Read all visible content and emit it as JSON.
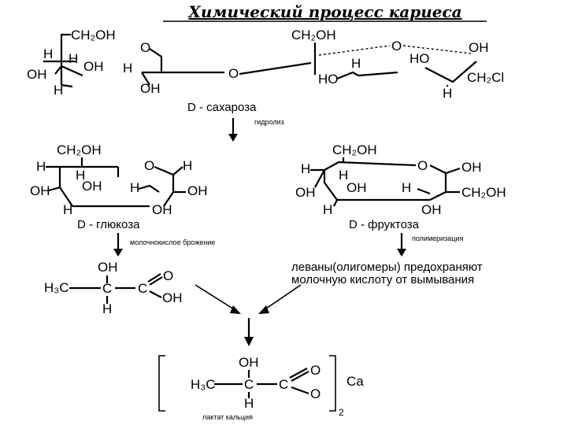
{
  "title": "Химический процесс кариеса",
  "sucrose": {
    "glc_ch2oh": "CH₂OH",
    "glc_h1": "H",
    "glc_h2": "H",
    "glc_oh1": "OH",
    "glc_oh2": "OH",
    "glc_h3": "H",
    "ring_o1": "O",
    "h_mid": "H",
    "oh_mid": "OH",
    "bridge_o": "O",
    "fru_ch2oh": "CH₂OH",
    "fru_o": "O",
    "fru_h": "H",
    "fru_ho": "HO",
    "fru_ho2": "HO",
    "fru_oh": "OH",
    "fru_ch2cl": "CH₂Cl",
    "fru_h2": "H",
    "label": "D - сахароза"
  },
  "step_hydrolysis": "гидролиз",
  "glucose": {
    "ch2oh": "CH₂OH",
    "h1": "H",
    "h2": "H",
    "o_ring": "O",
    "h_r": "H",
    "oh_l": "OH",
    "oh_c": "OH",
    "h_c": "H",
    "oh_r": "OH",
    "h_b": "H",
    "oh_b": "OH",
    "label": "D - глюкоза"
  },
  "fructose": {
    "ch2oh": "CH₂OH",
    "h1": "H",
    "h2": "H",
    "o_ring": "O",
    "oh_r": "OH",
    "oh_l": "OH",
    "oh_c": "OH",
    "h_c": "H",
    "ch2oh_r": "CH₂OH",
    "h_b": "H",
    "oh_b": "OH",
    "label": "D - фруктоза"
  },
  "step_fermentation": "молочнокислое брожение",
  "step_polymerization": "полимеризация",
  "lactic": {
    "oh_top": "OH",
    "h3c": "H₃C",
    "c1": "C",
    "c2": "C",
    "o": "O",
    "oh": "OH",
    "h": "H"
  },
  "levans_note_1": "леваны(олигомеры) предохраняют",
  "levans_note_2": "молочную кислоту от вымывания",
  "lactate": {
    "oh_top": "OH",
    "h3c": "H₃C",
    "c1": "C",
    "c2": "C",
    "o1": "O",
    "o2": "O",
    "h": "H",
    "ca": "Ca",
    "sub2": "2",
    "label": "лактат кальция"
  }
}
